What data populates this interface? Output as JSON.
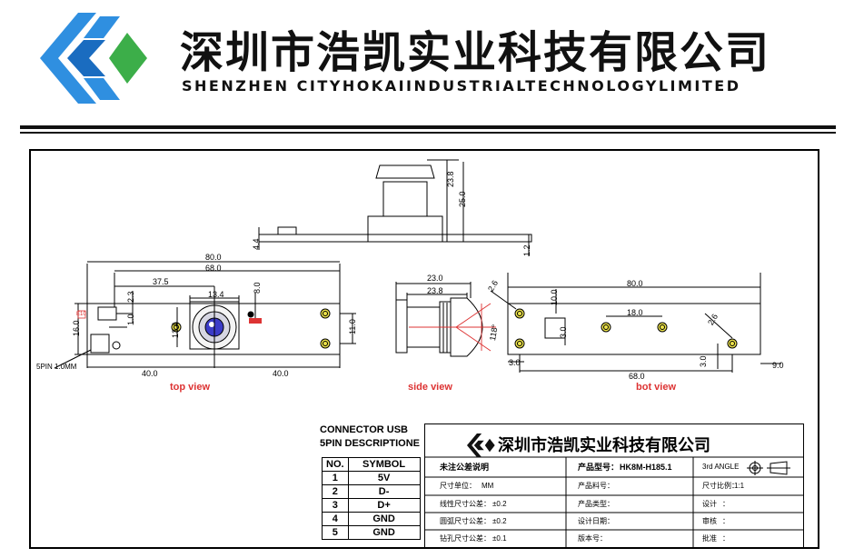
{
  "header": {
    "company_cn": "深圳市浩凯实业科技有限公司",
    "company_en": "SHENZHEN CITYHOKAIINDUSTRIALTECHNOLOGYLIMITED",
    "logo_icon": "hk-logo-icon",
    "brand_blue": "#1e7fd0",
    "brand_green": "#3cae49"
  },
  "drawing": {
    "side_dims": {
      "overall_height": "25.0",
      "lens_height": "23.8",
      "offset": "4.4",
      "thickness": "1.2"
    },
    "top_view": {
      "label": "top view",
      "dims": {
        "overall_width": "80.0",
        "width_68": "68.0",
        "width_37_5": "37.5",
        "lens_13_4_h": "13.4",
        "lens_13_4_v": "13.4",
        "dim_8": "8.0",
        "dim_2_3": "2.3",
        "dim_1_0": "1.0",
        "height_16": "16.0",
        "height_11": "11.0",
        "half_left": "40.0",
        "half_right": "40.0",
        "connector_mark": "E10"
      },
      "connector_note": "5PIN 1.0MM"
    },
    "side_view": {
      "label": "side view",
      "dims": {
        "width_23": "23.0",
        "width_23_8": "23.8",
        "diameter": "2.6",
        "angle": "118°"
      }
    },
    "bot_view": {
      "label": "bot view",
      "dims": {
        "overall_width": "80.0",
        "dim_10": "10.0",
        "dim_18": "18.0",
        "dim_3_left": "3.0",
        "dim_3_mid": "3.0",
        "width_68": "68.0",
        "dim_3_right": "3.0",
        "dim_9": "9.0",
        "diameter": "2.6"
      }
    }
  },
  "connector": {
    "title_line1": "CONNECTOR USB",
    "title_line2": "5PIN DESCRIPTIONE",
    "col_no": "NO.",
    "col_symbol": "SYMBOL",
    "rows": [
      {
        "no": "1",
        "symbol": "5V"
      },
      {
        "no": "2",
        "symbol": "D-"
      },
      {
        "no": "3",
        "symbol": "D+"
      },
      {
        "no": "4",
        "symbol": "GND"
      },
      {
        "no": "5",
        "symbol": "GND"
      }
    ]
  },
  "title_block": {
    "company": "深圳市浩凯实业科技有限公司",
    "tolerance_note": "未注公差说明",
    "unit_label": "尺寸单位：",
    "unit_value": "MM",
    "linear_tol_label": "线性尺寸公差：",
    "linear_tol_value": "±0.2",
    "angle_tol_label": "圆弧尺寸公差：",
    "angle_tol_value": "±0.2",
    "hole_tol_label": "钻孔尺寸公差：",
    "hole_tol_value": "±0.1",
    "model_label": "产品型号：",
    "model_value": "HK8M-H185.1",
    "material_no_label": "产品料号：",
    "product_cat_label": "产品类型：",
    "design_date_label": "设计日期：",
    "version_label": "版本号：",
    "projection": "3rd ANGLE",
    "scale_label": "尺寸比例：",
    "scale_value": "1:1",
    "design_label": "设计",
    "review_label": "审核",
    "approve_label": "批准",
    "colon": "："
  }
}
